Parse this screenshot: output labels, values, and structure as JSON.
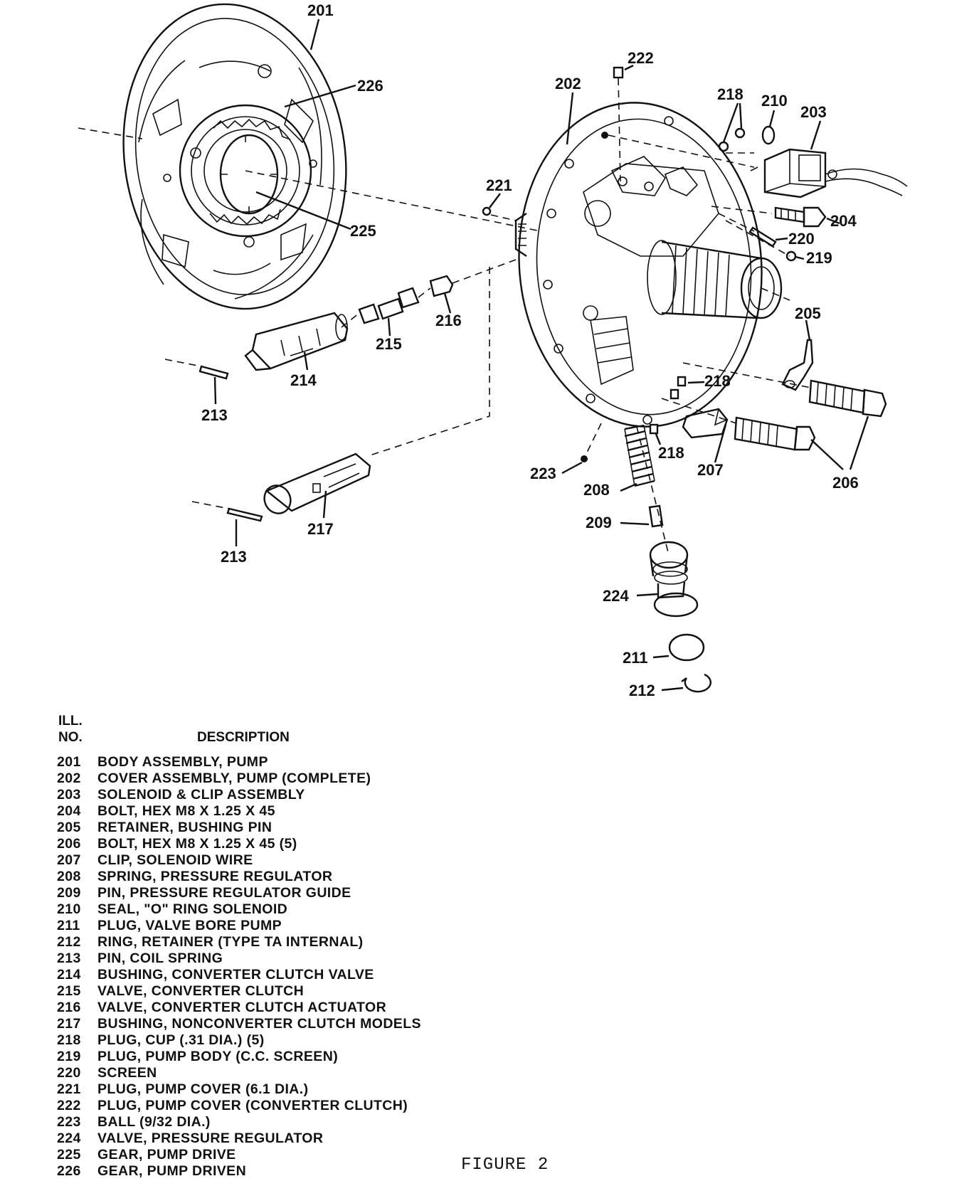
{
  "callouts": [
    {
      "id": "201",
      "text": "201"
    },
    {
      "id": "202",
      "text": "202"
    },
    {
      "id": "203",
      "text": "203"
    },
    {
      "id": "204",
      "text": "204"
    },
    {
      "id": "205",
      "text": "205"
    },
    {
      "id": "206",
      "text": "206"
    },
    {
      "id": "207",
      "text": "207"
    },
    {
      "id": "208",
      "text": "208"
    },
    {
      "id": "209",
      "text": "209"
    },
    {
      "id": "210",
      "text": "210"
    },
    {
      "id": "211",
      "text": "211"
    },
    {
      "id": "212",
      "text": "212"
    },
    {
      "id": "213a",
      "text": "213"
    },
    {
      "id": "213b",
      "text": "213"
    },
    {
      "id": "214",
      "text": "214"
    },
    {
      "id": "215",
      "text": "215"
    },
    {
      "id": "216",
      "text": "216"
    },
    {
      "id": "217",
      "text": "217"
    },
    {
      "id": "218a",
      "text": "218"
    },
    {
      "id": "218b",
      "text": "218"
    },
    {
      "id": "218c",
      "text": "218"
    },
    {
      "id": "219",
      "text": "219"
    },
    {
      "id": "220",
      "text": "220"
    },
    {
      "id": "221",
      "text": "221"
    },
    {
      "id": "222",
      "text": "222"
    },
    {
      "id": "223",
      "text": "223"
    },
    {
      "id": "224",
      "text": "224"
    },
    {
      "id": "225",
      "text": "225"
    },
    {
      "id": "226",
      "text": "226"
    }
  ],
  "legend": {
    "header_no": "ILL. NO.",
    "header_desc": "DESCRIPTION",
    "items": [
      {
        "no": "201",
        "desc": "BODY ASSEMBLY, PUMP"
      },
      {
        "no": "202",
        "desc": "COVER ASSEMBLY, PUMP (COMPLETE)"
      },
      {
        "no": "203",
        "desc": "SOLENOID & CLIP ASSEMBLY"
      },
      {
        "no": "204",
        "desc": "BOLT, HEX M8 X 1.25 X 45"
      },
      {
        "no": "205",
        "desc": "RETAINER, BUSHING PIN"
      },
      {
        "no": "206",
        "desc": "BOLT, HEX M8 X 1.25 X 45 (5)"
      },
      {
        "no": "207",
        "desc": "CLIP, SOLENOID WIRE"
      },
      {
        "no": "208",
        "desc": "SPRING, PRESSURE REGULATOR"
      },
      {
        "no": "209",
        "desc": "PIN, PRESSURE REGULATOR GUIDE"
      },
      {
        "no": "210",
        "desc": "SEAL, \"O\" RING SOLENOID"
      },
      {
        "no": "211",
        "desc": "PLUG, VALVE BORE PUMP"
      },
      {
        "no": "212",
        "desc": "RING, RETAINER (TYPE TA INTERNAL)"
      },
      {
        "no": "213",
        "desc": "PIN, COIL SPRING"
      },
      {
        "no": "214",
        "desc": "BUSHING, CONVERTER CLUTCH VALVE"
      },
      {
        "no": "215",
        "desc": "VALVE, CONVERTER CLUTCH"
      },
      {
        "no": "216",
        "desc": "VALVE, CONVERTER CLUTCH ACTUATOR"
      },
      {
        "no": "217",
        "desc": "BUSHING, NONCONVERTER CLUTCH MODELS"
      },
      {
        "no": "218",
        "desc": "PLUG, CUP (.31 DIA.) (5)"
      },
      {
        "no": "219",
        "desc": "PLUG, PUMP BODY (C.C. SCREEN)"
      },
      {
        "no": "220",
        "desc": "SCREEN"
      },
      {
        "no": "221",
        "desc": "PLUG, PUMP COVER (6.1 DIA.)"
      },
      {
        "no": "222",
        "desc": "PLUG, PUMP COVER (CONVERTER CLUTCH)"
      },
      {
        "no": "223",
        "desc": "BALL (9/32 DIA.)"
      },
      {
        "no": "224",
        "desc": "VALVE, PRESSURE REGULATOR"
      },
      {
        "no": "225",
        "desc": "GEAR, PUMP DRIVE"
      },
      {
        "no": "226",
        "desc": "GEAR, PUMP DRIVEN"
      }
    ]
  },
  "figure_label": "FIGURE 2"
}
